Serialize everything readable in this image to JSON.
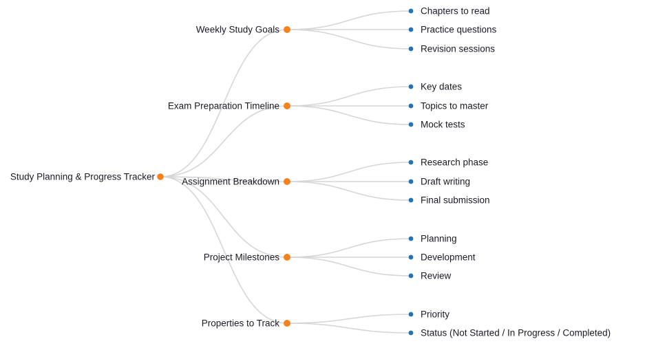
{
  "colors": {
    "branch_node": "#f5821e",
    "leaf_node": "#2273b5",
    "link": "#d6d6d6",
    "text": "#1a1a26",
    "background": "#ffffff"
  },
  "mindmap": {
    "root": {
      "label": "Study Planning & Progress Tracker",
      "children": [
        {
          "label": "Weekly Study Goals",
          "children": [
            {
              "label": "Chapters to read"
            },
            {
              "label": "Practice questions"
            },
            {
              "label": "Revision sessions"
            }
          ]
        },
        {
          "label": "Exam Preparation Timeline",
          "children": [
            {
              "label": "Key dates"
            },
            {
              "label": "Topics to master"
            },
            {
              "label": "Mock tests"
            }
          ]
        },
        {
          "label": "Assignment Breakdown",
          "children": [
            {
              "label": "Research phase"
            },
            {
              "label": "Draft writing"
            },
            {
              "label": "Final submission"
            }
          ]
        },
        {
          "label": "Project Milestones",
          "children": [
            {
              "label": "Planning"
            },
            {
              "label": "Development"
            },
            {
              "label": "Review"
            }
          ]
        },
        {
          "label": "Properties to Track",
          "children": [
            {
              "label": "Priority"
            },
            {
              "label": "Status (Not Started / In Progress / Completed)"
            }
          ]
        }
      ]
    }
  }
}
